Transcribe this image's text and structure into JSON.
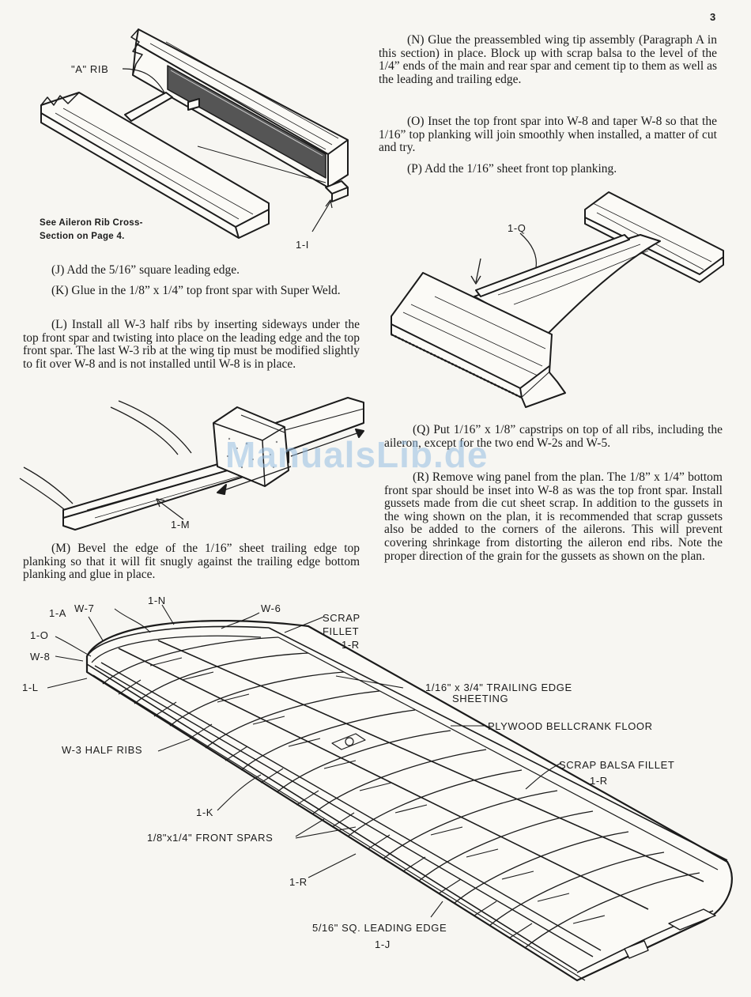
{
  "page_number": "3",
  "watermark": "ManualsLib.de",
  "paragraphs": {
    "n": "(N) Glue the preassembled wing tip assembly (Paragraph A in this section) in place. Block up with scrap balsa to the level of the 1/4” ends of the main and rear spar and cement tip to them as well as the leading and trailing edge.",
    "o": "(O) Inset the top front spar into W-8 and taper W-8 so that the 1/16” top planking will join smoothly when installed, a matter of cut and try.",
    "p": "(P) Add the 1/16” sheet front top planking.",
    "j": "(J) Add the 5/16” square leading edge.",
    "k": "(K) Glue in the 1/8” x 1/4” top front spar with Super Weld.",
    "l": "(L) Install all W-3 half ribs by inserting sideways under the top front spar and twisting into place on the leading edge and the top front spar. The last W-3 rib at the wing tip must be modified slightly to fit over W-8 and is not installed until W-8 is in place.",
    "q": "(Q) Put 1/16” x 1/8” capstrips on top of all ribs, including the aileron, except for the two end W-2s and W-5.",
    "r": "(R) Remove wing panel from the plan. The 1/8” x 1/4” bottom front spar should be inset into W-8 as was the top front spar. Install gussets made from die cut sheet scrap. In addition to the gussets in the wing shown on the plan, it is recommended that scrap gussets also be added to the corners of the ailerons. This will prevent covering shrinkage from distorting the aileron end ribs. Note the proper direction of the grain for the gussets as shown on the plan.",
    "m": "(M) Bevel the edge of the 1/16” sheet trailing edge top planking so that it will fit snugly against the trailing edge bottom planking and glue in place."
  },
  "fig1": {
    "a_rib": "\"A\" RIB",
    "caption_line1": "See Aileron Rib Cross-",
    "caption_line2": "Section on Page 4.",
    "tag": "1-I"
  },
  "fig2": {
    "tag": "1-Q"
  },
  "fig3": {
    "tag": "1-M"
  },
  "fig4": {
    "labels": {
      "one_a": "1-A",
      "w7": "W-7",
      "one_n": "1-N",
      "w6": "W-6",
      "scrap": "SCRAP",
      "fillet": "FILLET",
      "one_r_top": "1-R",
      "one_o": "1-O",
      "w8": "W-8",
      "one_l": "1-L",
      "te_line1": "1/16\" x 3/4\" TRAILING EDGE",
      "te_line2": "SHEETING",
      "plywood": "PLYWOOD BELLCRANK FLOOR",
      "w3": "W-3 HALF RIBS",
      "scrap_balsa": "SCRAP BALSA FILLET",
      "one_r_mid": "1-R",
      "one_k": "1-K",
      "front_spars": "1/8\"x1/4\" FRONT SPARS",
      "one_r_low": "1-R",
      "leading_edge": "5/16\" SQ. LEADING EDGE",
      "one_j": "1-J"
    }
  }
}
